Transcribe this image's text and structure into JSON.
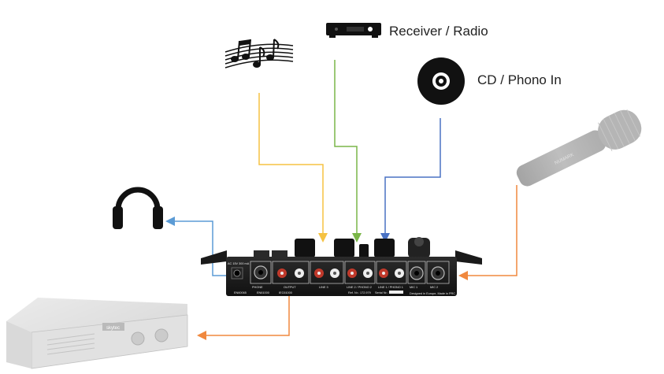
{
  "labels": {
    "receiver": "Receiver / Radio",
    "cd": "CD / Phono In"
  },
  "mixer_panel": {
    "sections": [
      "PHONE",
      "OUTPUT",
      "LINE 3",
      "LINE 2 / PHONO 2",
      "LINE 1 / PHONO 1",
      "MIC 1",
      "MIC 2"
    ],
    "ac_label": "AC 15V\n300 mA",
    "ref": "Ref. Nr.: 172.979",
    "serial": "Serial Nr.:",
    "cert_left": "EN60065",
    "cert_mid": "EN61000",
    "cert_right": "IEC61000",
    "footer": "Designed in Europe, Made in PRC"
  },
  "amp_brand": "skytec",
  "mic_brand": "NUMARK",
  "colors": {
    "yellow_line": "#f5c242",
    "green_line": "#7ab648",
    "blue_line": "#4a72c4",
    "orange_line": "#f0883e",
    "light_blue_line": "#5b9bd5"
  }
}
